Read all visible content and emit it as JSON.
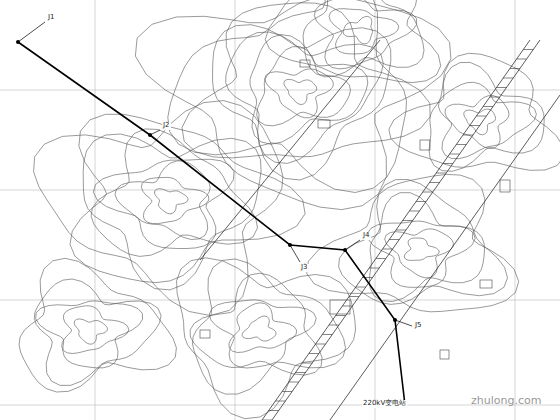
{
  "diagram": {
    "labels": [
      "J1",
      "J2",
      "J3",
      "J4",
      "J5",
      "220kV变电站",
      "zhulong.com"
    ]
  }
}
